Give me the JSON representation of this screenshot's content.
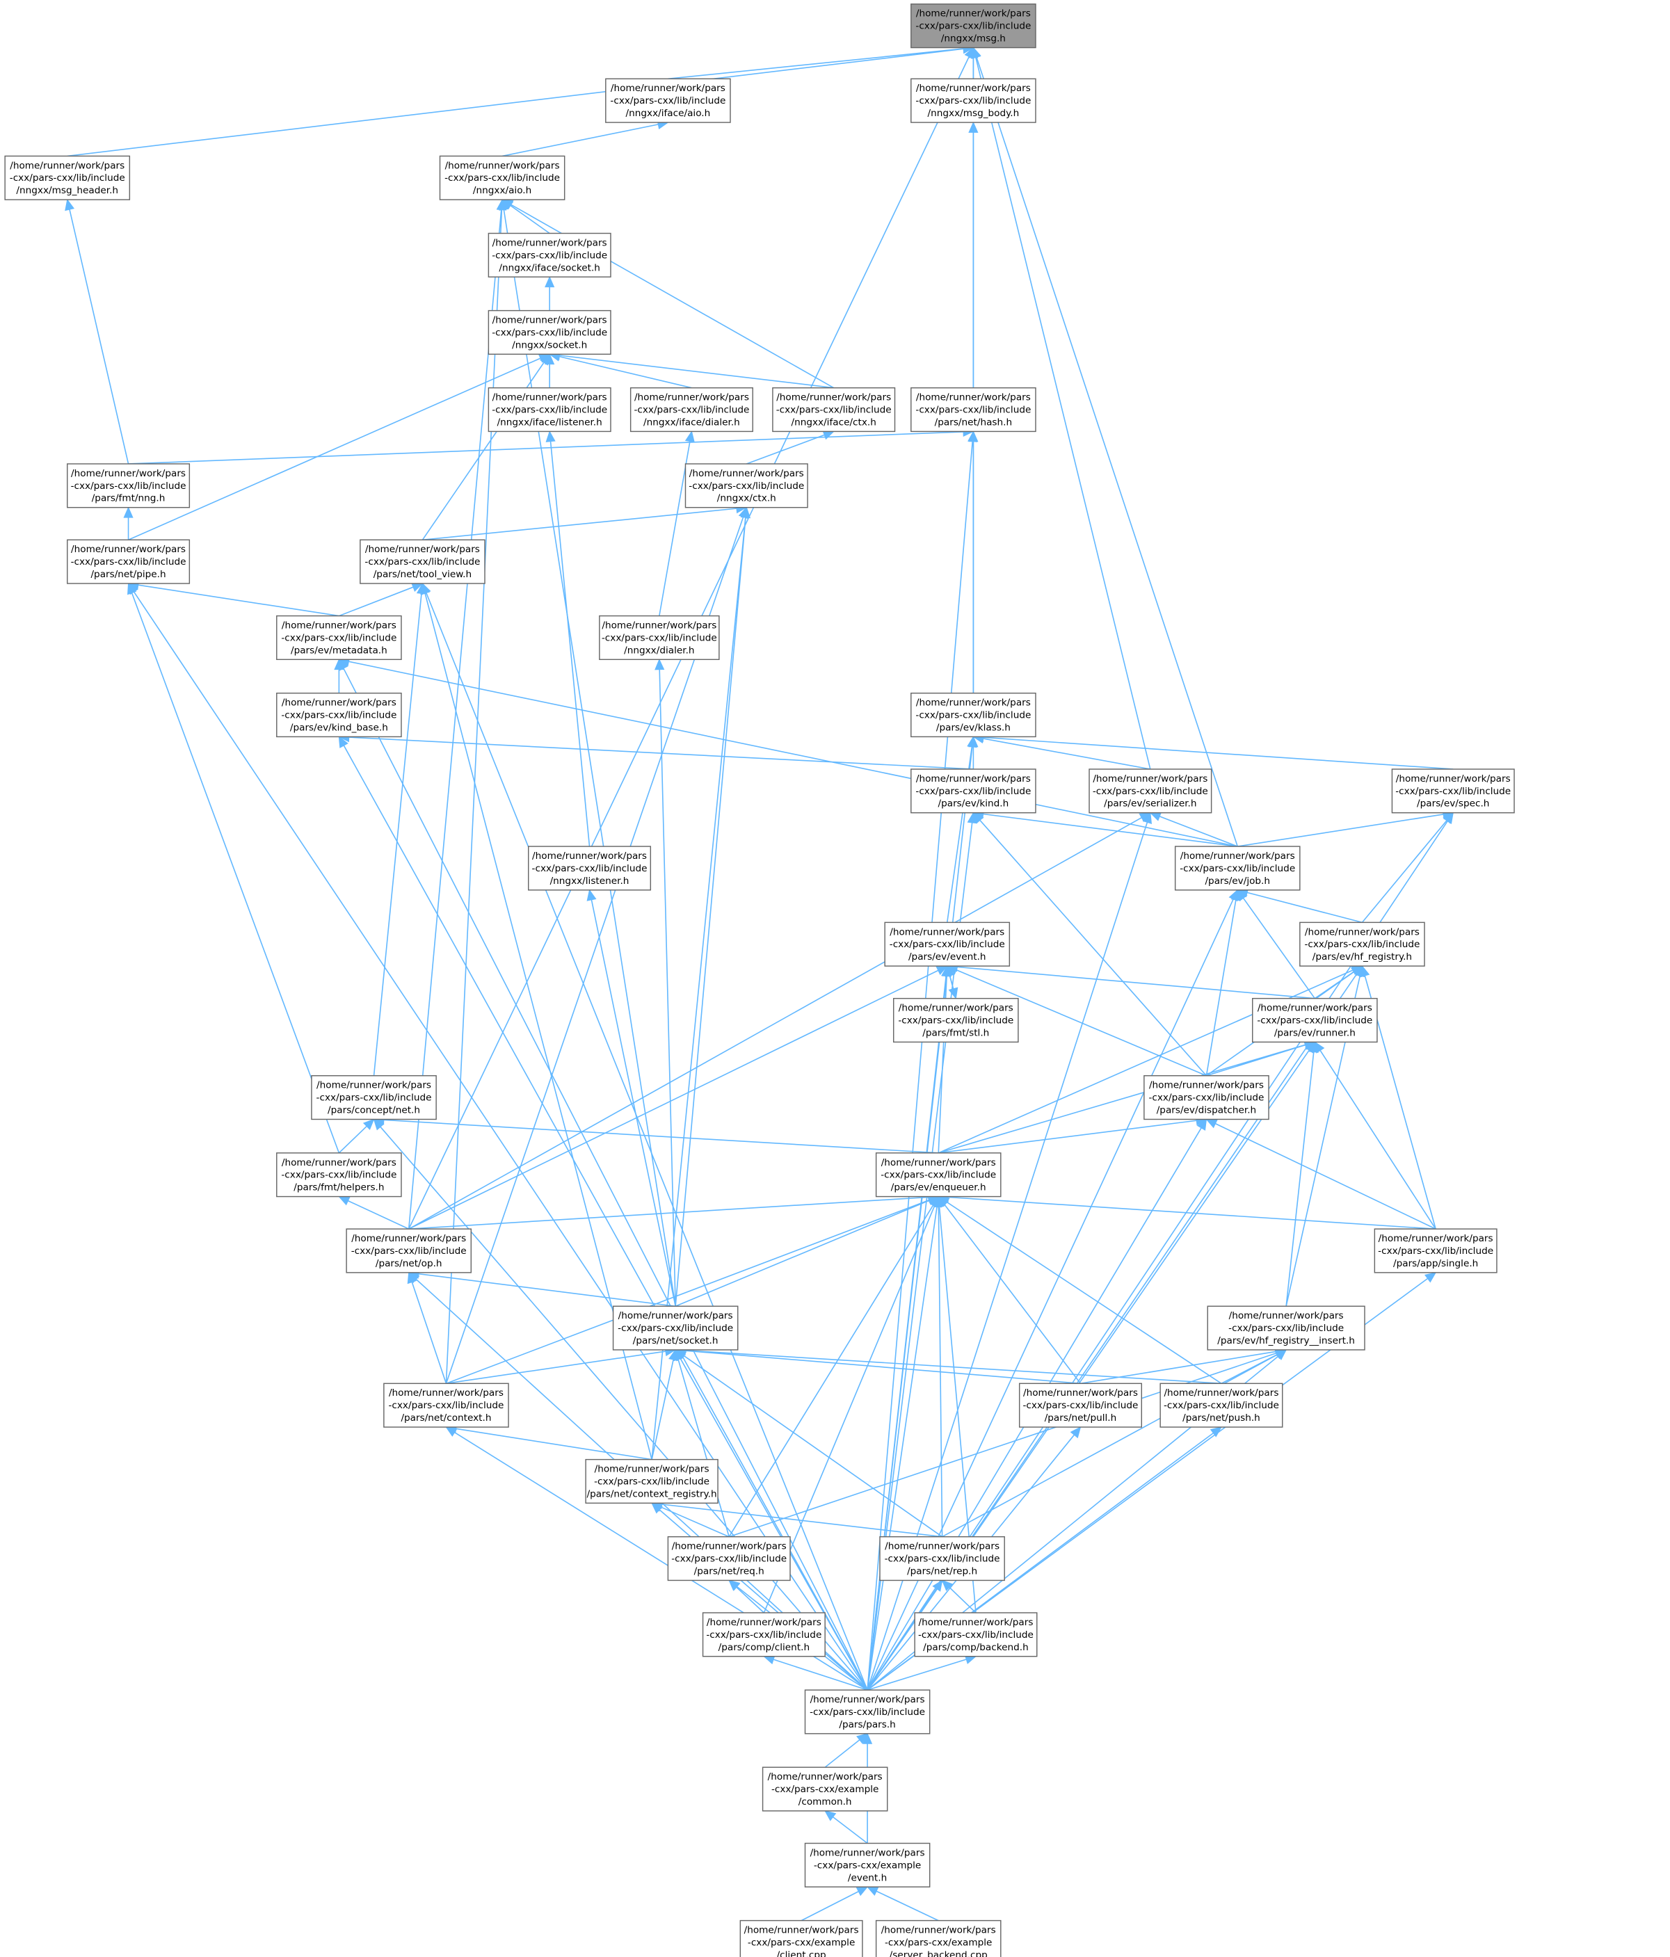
{
  "title": "Include dependency graph for /home/runner/work/pars-cxx/pars-cxx/lib/include/nngxx/msg.h",
  "colors": {
    "edge": "#63b8ff",
    "focus_fill": "#999999",
    "node_border": "#666666"
  },
  "nodes": [
    {
      "id": "msg",
      "lines": [
        "/home/runner/work/pars",
        "-cxx/pars-cxx/lib/include",
        "/nngxx/msg.h"
      ],
      "focus": true
    },
    {
      "id": "iface_aio",
      "lines": [
        "/home/runner/work/pars",
        "-cxx/pars-cxx/lib/include",
        "/nngxx/iface/aio.h"
      ]
    },
    {
      "id": "msg_body",
      "lines": [
        "/home/runner/work/pars",
        "-cxx/pars-cxx/lib/include",
        "/nngxx/msg_body.h"
      ]
    },
    {
      "id": "msg_header",
      "lines": [
        "/home/runner/work/pars",
        "-cxx/pars-cxx/lib/include",
        "/nngxx/msg_header.h"
      ]
    },
    {
      "id": "aio",
      "lines": [
        "/home/runner/work/pars",
        "-cxx/pars-cxx/lib/include",
        "/nngxx/aio.h"
      ]
    },
    {
      "id": "iface_socket",
      "lines": [
        "/home/runner/work/pars",
        "-cxx/pars-cxx/lib/include",
        "/nngxx/iface/socket.h"
      ]
    },
    {
      "id": "socket",
      "lines": [
        "/home/runner/work/pars",
        "-cxx/pars-cxx/lib/include",
        "/nngxx/socket.h"
      ]
    },
    {
      "id": "iface_listener",
      "lines": [
        "/home/runner/work/pars",
        "-cxx/pars-cxx/lib/include",
        "/nngxx/iface/listener.h"
      ]
    },
    {
      "id": "iface_dialer",
      "lines": [
        "/home/runner/work/pars",
        "-cxx/pars-cxx/lib/include",
        "/nngxx/iface/dialer.h"
      ]
    },
    {
      "id": "iface_ctx",
      "lines": [
        "/home/runner/work/pars",
        "-cxx/pars-cxx/lib/include",
        "/nngxx/iface/ctx.h"
      ]
    },
    {
      "id": "net_hash",
      "lines": [
        "/home/runner/work/pars",
        "-cxx/pars-cxx/lib/include",
        "/pars/net/hash.h"
      ]
    },
    {
      "id": "fmt_nng",
      "lines": [
        "/home/runner/work/pars",
        "-cxx/pars-cxx/lib/include",
        "/pars/fmt/nng.h"
      ]
    },
    {
      "id": "ctx",
      "lines": [
        "/home/runner/work/pars",
        "-cxx/pars-cxx/lib/include",
        "/nngxx/ctx.h"
      ]
    },
    {
      "id": "net_pipe",
      "lines": [
        "/home/runner/work/pars",
        "-cxx/pars-cxx/lib/include",
        "/pars/net/pipe.h"
      ]
    },
    {
      "id": "tool_view",
      "lines": [
        "/home/runner/work/pars",
        "-cxx/pars-cxx/lib/include",
        "/pars/net/tool_view.h"
      ]
    },
    {
      "id": "metadata",
      "lines": [
        "/home/runner/work/pars",
        "-cxx/pars-cxx/lib/include",
        "/pars/ev/metadata.h"
      ]
    },
    {
      "id": "dialer",
      "lines": [
        "/home/runner/work/pars",
        "-cxx/pars-cxx/lib/include",
        "/nngxx/dialer.h"
      ]
    },
    {
      "id": "klass",
      "lines": [
        "/home/runner/work/pars",
        "-cxx/pars-cxx/lib/include",
        "/pars/ev/klass.h"
      ]
    },
    {
      "id": "kind_base",
      "lines": [
        "/home/runner/work/pars",
        "-cxx/pars-cxx/lib/include",
        "/pars/ev/kind_base.h"
      ]
    },
    {
      "id": "kind",
      "lines": [
        "/home/runner/work/pars",
        "-cxx/pars-cxx/lib/include",
        "/pars/ev/kind.h"
      ]
    },
    {
      "id": "serializer",
      "lines": [
        "/home/runner/work/pars",
        "-cxx/pars-cxx/lib/include",
        "/pars/ev/serializer.h"
      ]
    },
    {
      "id": "spec",
      "lines": [
        "/home/runner/work/pars",
        "-cxx/pars-cxx/lib/include",
        "/pars/ev/spec.h"
      ]
    },
    {
      "id": "listener",
      "lines": [
        "/home/runner/work/pars",
        "-cxx/pars-cxx/lib/include",
        "/nngxx/listener.h"
      ]
    },
    {
      "id": "job",
      "lines": [
        "/home/runner/work/pars",
        "-cxx/pars-cxx/lib/include",
        "/pars/ev/job.h"
      ]
    },
    {
      "id": "event",
      "lines": [
        "/home/runner/work/pars",
        "-cxx/pars-cxx/lib/include",
        "/pars/ev/event.h"
      ]
    },
    {
      "id": "hf_registry",
      "lines": [
        "/home/runner/work/pars",
        "-cxx/pars-cxx/lib/include",
        "/pars/ev/hf_registry.h"
      ]
    },
    {
      "id": "fmt_stl",
      "lines": [
        "/home/runner/work/pars",
        "-cxx/pars-cxx/lib/include",
        "/pars/fmt/stl.h"
      ]
    },
    {
      "id": "runner",
      "lines": [
        "/home/runner/work/pars",
        "-cxx/pars-cxx/lib/include",
        "/pars/ev/runner.h"
      ]
    },
    {
      "id": "concept_net",
      "lines": [
        "/home/runner/work/pars",
        "-cxx/pars-cxx/lib/include",
        "/pars/concept/net.h"
      ]
    },
    {
      "id": "dispatcher",
      "lines": [
        "/home/runner/work/pars",
        "-cxx/pars-cxx/lib/include",
        "/pars/ev/dispatcher.h"
      ]
    },
    {
      "id": "fmt_helpers",
      "lines": [
        "/home/runner/work/pars",
        "-cxx/pars-cxx/lib/include",
        "/pars/fmt/helpers.h"
      ]
    },
    {
      "id": "enqueuer",
      "lines": [
        "/home/runner/work/pars",
        "-cxx/pars-cxx/lib/include",
        "/pars/ev/enqueuer.h"
      ]
    },
    {
      "id": "net_op",
      "lines": [
        "/home/runner/work/pars",
        "-cxx/pars-cxx/lib/include",
        "/pars/net/op.h"
      ]
    },
    {
      "id": "app_single",
      "lines": [
        "/home/runner/work/pars",
        "-cxx/pars-cxx/lib/include",
        "/pars/app/single.h"
      ]
    },
    {
      "id": "net_socket",
      "lines": [
        "/home/runner/work/pars",
        "-cxx/pars-cxx/lib/include",
        "/pars/net/socket.h"
      ]
    },
    {
      "id": "hf_insert",
      "lines": [
        "/home/runner/work/pars",
        "-cxx/pars-cxx/lib/include",
        "/pars/ev/hf_registry__insert.h"
      ]
    },
    {
      "id": "net_context",
      "lines": [
        "/home/runner/work/pars",
        "-cxx/pars-cxx/lib/include",
        "/pars/net/context.h"
      ]
    },
    {
      "id": "net_pull",
      "lines": [
        "/home/runner/work/pars",
        "-cxx/pars-cxx/lib/include",
        "/pars/net/pull.h"
      ]
    },
    {
      "id": "net_push",
      "lines": [
        "/home/runner/work/pars",
        "-cxx/pars-cxx/lib/include",
        "/pars/net/push.h"
      ]
    },
    {
      "id": "context_registry",
      "lines": [
        "/home/runner/work/pars",
        "-cxx/pars-cxx/lib/include",
        "/pars/net/context_registry.h"
      ]
    },
    {
      "id": "net_req",
      "lines": [
        "/home/runner/work/pars",
        "-cxx/pars-cxx/lib/include",
        "/pars/net/req.h"
      ]
    },
    {
      "id": "net_rep",
      "lines": [
        "/home/runner/work/pars",
        "-cxx/pars-cxx/lib/include",
        "/pars/net/rep.h"
      ]
    },
    {
      "id": "comp_client",
      "lines": [
        "/home/runner/work/pars",
        "-cxx/pars-cxx/lib/include",
        "/pars/comp/client.h"
      ]
    },
    {
      "id": "comp_backend",
      "lines": [
        "/home/runner/work/pars",
        "-cxx/pars-cxx/lib/include",
        "/pars/comp/backend.h"
      ]
    },
    {
      "id": "pars",
      "lines": [
        "/home/runner/work/pars",
        "-cxx/pars-cxx/lib/include",
        "/pars/pars.h"
      ]
    },
    {
      "id": "common",
      "lines": [
        "/home/runner/work/pars",
        "-cxx/pars-cxx/example",
        "/common.h"
      ]
    },
    {
      "id": "ex_event",
      "lines": [
        "/home/runner/work/pars",
        "-cxx/pars-cxx/example",
        "/event.h"
      ]
    },
    {
      "id": "client_cpp",
      "lines": [
        "/home/runner/work/pars",
        "-cxx/pars-cxx/example",
        "/client.cpp"
      ]
    },
    {
      "id": "server_backend_cpp",
      "lines": [
        "/home/runner/work/pars",
        "-cxx/pars-cxx/example",
        "/server_backend.cpp"
      ]
    }
  ],
  "edges": [
    [
      "iface_aio",
      "msg"
    ],
    [
      "msg_body",
      "msg"
    ],
    [
      "msg_header",
      "msg"
    ],
    [
      "klass",
      "msg"
    ],
    [
      "serializer",
      "msg"
    ],
    [
      "job",
      "msg"
    ],
    [
      "net_op",
      "msg"
    ],
    [
      "aio",
      "iface_aio"
    ],
    [
      "net_hash",
      "msg_body"
    ],
    [
      "fmt_nng",
      "msg_header"
    ],
    [
      "iface_socket",
      "aio"
    ],
    [
      "iface_ctx",
      "aio"
    ],
    [
      "net_socket",
      "aio"
    ],
    [
      "net_op",
      "aio"
    ],
    [
      "net_context",
      "aio"
    ],
    [
      "socket",
      "iface_socket"
    ],
    [
      "iface_listener",
      "socket"
    ],
    [
      "iface_dialer",
      "socket"
    ],
    [
      "iface_ctx",
      "socket"
    ],
    [
      "net_pipe",
      "socket"
    ],
    [
      "tool_view",
      "socket"
    ],
    [
      "listener",
      "iface_listener"
    ],
    [
      "dialer",
      "iface_dialer"
    ],
    [
      "ctx",
      "iface_ctx"
    ],
    [
      "fmt_nng",
      "net_hash"
    ],
    [
      "klass",
      "net_hash"
    ],
    [
      "pars",
      "net_hash"
    ],
    [
      "net_pipe",
      "fmt_nng"
    ],
    [
      "tool_view",
      "ctx"
    ],
    [
      "net_context",
      "ctx"
    ],
    [
      "net_socket",
      "ctx"
    ],
    [
      "context_registry",
      "ctx"
    ],
    [
      "metadata",
      "net_pipe"
    ],
    [
      "fmt_helpers",
      "net_pipe"
    ],
    [
      "pars",
      "net_pipe"
    ],
    [
      "metadata",
      "tool_view"
    ],
    [
      "concept_net",
      "tool_view"
    ],
    [
      "context_registry",
      "tool_view"
    ],
    [
      "pars",
      "tool_view"
    ],
    [
      "kind_base",
      "metadata"
    ],
    [
      "job",
      "metadata"
    ],
    [
      "pars",
      "metadata"
    ],
    [
      "net_socket",
      "dialer"
    ],
    [
      "kind",
      "klass"
    ],
    [
      "serializer",
      "klass"
    ],
    [
      "spec",
      "klass"
    ],
    [
      "event",
      "klass"
    ],
    [
      "pars",
      "klass"
    ],
    [
      "kind",
      "kind_base"
    ],
    [
      "pars",
      "kind_base"
    ],
    [
      "job",
      "kind"
    ],
    [
      "dispatcher",
      "kind"
    ],
    [
      "pars",
      "kind"
    ],
    [
      "job",
      "serializer"
    ],
    [
      "net_op",
      "serializer"
    ],
    [
      "pars",
      "serializer"
    ],
    [
      "job",
      "spec"
    ],
    [
      "hf_registry",
      "spec"
    ],
    [
      "pars",
      "spec"
    ],
    [
      "net_socket",
      "listener"
    ],
    [
      "hf_registry",
      "job"
    ],
    [
      "runner",
      "job"
    ],
    [
      "dispatcher",
      "job"
    ],
    [
      "pars",
      "job"
    ],
    [
      "fmt_stl",
      "event"
    ],
    [
      "runner",
      "event"
    ],
    [
      "dispatcher",
      "event"
    ],
    [
      "enqueuer",
      "event"
    ],
    [
      "net_op",
      "event"
    ],
    [
      "pars",
      "event"
    ],
    [
      "event",
      "fmt_stl"
    ],
    [
      "runner",
      "hf_registry"
    ],
    [
      "dispatcher",
      "hf_registry"
    ],
    [
      "enqueuer",
      "hf_registry"
    ],
    [
      "app_single",
      "hf_registry"
    ],
    [
      "hf_insert",
      "hf_registry"
    ],
    [
      "pars",
      "hf_registry"
    ],
    [
      "dispatcher",
      "runner"
    ],
    [
      "enqueuer",
      "runner"
    ],
    [
      "app_single",
      "runner"
    ],
    [
      "hf_insert",
      "runner"
    ],
    [
      "pars",
      "runner"
    ],
    [
      "fmt_helpers",
      "concept_net"
    ],
    [
      "enqueuer",
      "concept_net"
    ],
    [
      "pars",
      "concept_net"
    ],
    [
      "enqueuer",
      "dispatcher"
    ],
    [
      "app_single",
      "dispatcher"
    ],
    [
      "pars",
      "dispatcher"
    ],
    [
      "net_op",
      "fmt_helpers"
    ],
    [
      "net_op",
      "enqueuer"
    ],
    [
      "app_single",
      "enqueuer"
    ],
    [
      "net_socket",
      "enqueuer"
    ],
    [
      "net_context",
      "enqueuer"
    ],
    [
      "net_pull",
      "enqueuer"
    ],
    [
      "net_push",
      "enqueuer"
    ],
    [
      "net_req",
      "enqueuer"
    ],
    [
      "net_rep",
      "enqueuer"
    ],
    [
      "comp_client",
      "enqueuer"
    ],
    [
      "comp_backend",
      "enqueuer"
    ],
    [
      "pars",
      "enqueuer"
    ],
    [
      "net_socket",
      "net_op"
    ],
    [
      "net_context",
      "net_op"
    ],
    [
      "pars",
      "net_op"
    ],
    [
      "pars",
      "app_single"
    ],
    [
      "net_context",
      "net_socket"
    ],
    [
      "context_registry",
      "net_socket"
    ],
    [
      "net_req",
      "net_socket"
    ],
    [
      "net_rep",
      "net_socket"
    ],
    [
      "net_pull",
      "net_socket"
    ],
    [
      "net_push",
      "net_socket"
    ],
    [
      "pars",
      "net_socket"
    ],
    [
      "net_pull",
      "hf_insert"
    ],
    [
      "net_push",
      "hf_insert"
    ],
    [
      "net_req",
      "hf_insert"
    ],
    [
      "net_rep",
      "hf_insert"
    ],
    [
      "pars",
      "hf_insert"
    ],
    [
      "context_registry",
      "net_context"
    ],
    [
      "pars",
      "net_context"
    ],
    [
      "pars",
      "net_pull"
    ],
    [
      "pars",
      "net_push"
    ],
    [
      "net_req",
      "context_registry"
    ],
    [
      "net_rep",
      "context_registry"
    ],
    [
      "pars",
      "context_registry"
    ],
    [
      "comp_client",
      "net_req"
    ],
    [
      "pars",
      "net_req"
    ],
    [
      "comp_backend",
      "net_rep"
    ],
    [
      "pars",
      "net_rep"
    ],
    [
      "pars",
      "comp_client"
    ],
    [
      "pars",
      "comp_backend"
    ],
    [
      "common",
      "pars"
    ],
    [
      "ex_event",
      "pars"
    ],
    [
      "ex_event",
      "common"
    ],
    [
      "client_cpp",
      "ex_event"
    ],
    [
      "server_backend_cpp",
      "ex_event"
    ]
  ]
}
